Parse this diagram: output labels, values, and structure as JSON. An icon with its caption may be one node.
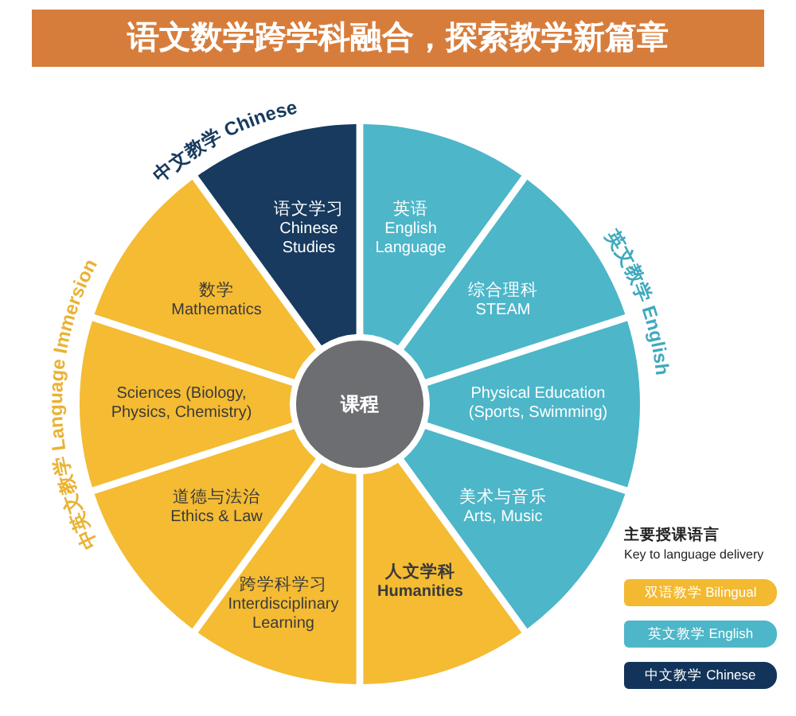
{
  "diagram": {
    "title": "语文数学跨学科融合，探索教学新篇章",
    "nodes": [
      {
        "text": [
          "语文学习",
          "Chinese Studies"
        ]
      },
      {
        "text": [
          "英语",
          "English Language"
        ]
      },
      {
        "text": [
          "综合理科",
          "STEAM"
        ]
      },
      {
        "text": [
          "Physical Education (Sports, Swimming)"
        ]
      },
      {
        "text": [
          "美术与音乐",
          "Arts, Music"
        ]
      },
      {
        "text": [
          "人文学科",
          "Humanities"
        ]
      },
      {
        "text": [
          "跨学科学习",
          "Interdisciplinary Learning"
        ]
      },
      {
        "text": [
          "道德与法治",
          "Ethics & Law"
        ]
      },
      {
        "text": [
          "Sciences (Biology, Physics, Chemistry)"
        ]
      },
      {
        "text": [
          "数学",
          "Mathematics"
        ]
      },
      {
        "text": [
          "课程"
        ]
      }
    ],
    "labels": [
      "中文教学 Chinese",
      "英文教学 English",
      "中英文教学 Language Immersion",
      "主要授课语言",
      "Key to language delivery"
    ],
    "legend": [
      {
        "text": "双语教学 Bilingual",
        "color": "#f2b931"
      },
      {
        "text": "英文教学 English",
        "color": "#4db6c8"
      },
      {
        "text": "中文教学 Chinese",
        "color": "#12345a"
      }
    ]
  }
}
